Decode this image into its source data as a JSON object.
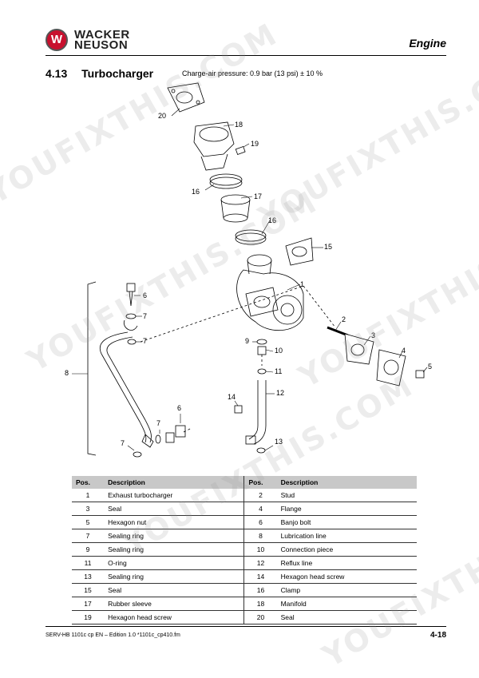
{
  "header": {
    "brand_line1": "WACKER",
    "brand_line2": "NEUSON",
    "logo_letter": "W",
    "chapter": "Engine"
  },
  "section": {
    "number": "4.13",
    "title": "Turbocharger",
    "subtitle": "Charge-air pressure: 0.9 bar (13 psi) ± 10 %"
  },
  "diagram": {
    "callouts": [
      "20",
      "18",
      "19",
      "16",
      "17",
      "16",
      "15",
      "1",
      "6",
      "7",
      "7",
      "2",
      "3",
      "4",
      "5",
      "9",
      "10",
      "11",
      "8",
      "12",
      "14",
      "7",
      "6",
      "13",
      "7"
    ]
  },
  "table": {
    "headers": [
      "Pos.",
      "Description",
      "Pos.",
      "Description"
    ],
    "rows": [
      [
        "1",
        "Exhaust turbocharger",
        "2",
        "Stud"
      ],
      [
        "3",
        "Seal",
        "4",
        "Flange"
      ],
      [
        "5",
        "Hexagon nut",
        "6",
        "Banjo bolt"
      ],
      [
        "7",
        "Sealing ring",
        "8",
        "Lubrication line"
      ],
      [
        "9",
        "Sealing ring",
        "10",
        "Connection piece"
      ],
      [
        "11",
        "O-ring",
        "12",
        "Reflux line"
      ],
      [
        "13",
        "Sealing ring",
        "14",
        "Hexagon head screw"
      ],
      [
        "15",
        "Seal",
        "16",
        "Clamp"
      ],
      [
        "17",
        "Rubber sleeve",
        "18",
        "Manifold"
      ],
      [
        "19",
        "Hexagon head screw",
        "20",
        "Seal"
      ]
    ]
  },
  "footer": {
    "left": "SERV-HB 1101c cp EN – Edition 1.0 *1101c_cp410.fm",
    "page": "4-18"
  },
  "watermark": "YOUFIXTHIS.COM",
  "colors": {
    "logo_red": "#c8102e",
    "table_header": "#c8c8c8"
  }
}
